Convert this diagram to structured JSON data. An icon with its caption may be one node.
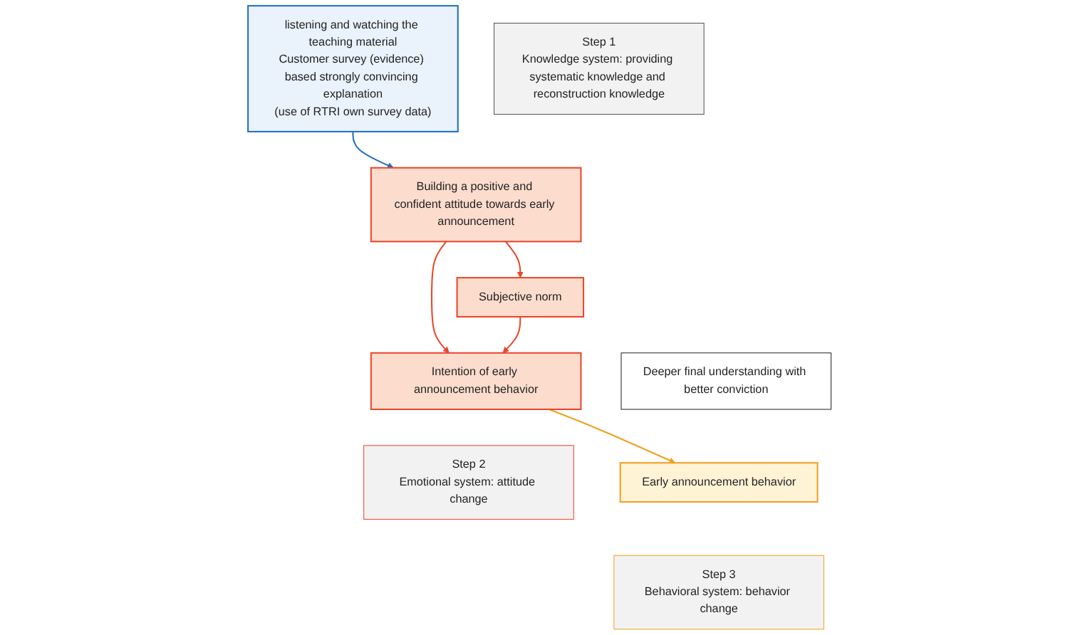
{
  "diagram": {
    "nodes": [
      {
        "text": [
          "listening and watching the teaching material",
          "Customer survey (evidence) based strongly convincing explanation",
          "(use of RTRI own survey data)"
        ]
      },
      {
        "text": [
          "Step 1",
          "Knowledge system: providing systematic knowledge and reconstruction knowledge"
        ]
      },
      {
        "text": [
          "Deeper final understanding with better conviction"
        ]
      },
      {
        "text": [
          "Building a positive and confident attitude towards early announcement"
        ]
      },
      {
        "text": [
          "Intention of early announcement behavior"
        ]
      },
      {
        "text": [
          "Step 2",
          "Emotional system: attitude change"
        ]
      },
      {
        "text": [
          "Early announcement behavior"
        ]
      },
      {
        "text": [
          "Subjective norm"
        ]
      },
      {
        "text": [
          "Step 3",
          "Behavioral system: behavior change"
        ]
      }
    ],
    "edges": [
      {
        "from": 0,
        "to": 3,
        "arrow": "to",
        "color": "#1f6fc0"
      },
      {
        "from": 3,
        "to": 4,
        "arrow": "to"
      },
      {
        "from": 3,
        "to": 7,
        "arrow": "to"
      },
      {
        "from": 7,
        "to": 4,
        "arrow": "to"
      },
      {
        "from": 4,
        "to": 6,
        "arrow": "to",
        "color": "#f0a020"
      }
    ]
  }
}
